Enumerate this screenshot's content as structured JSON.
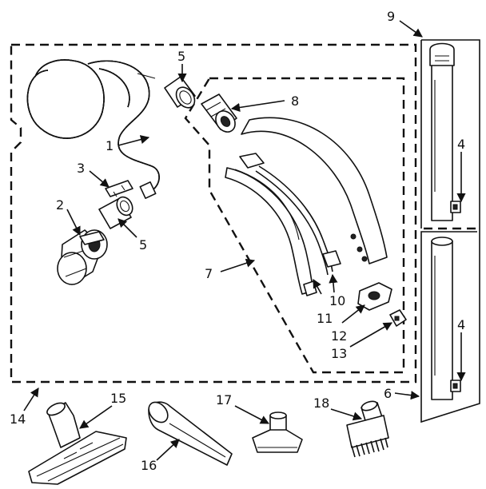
{
  "diagram": {
    "labels": {
      "l1": "1",
      "l2": "2",
      "l3": "3",
      "l4a": "4",
      "l4b": "4",
      "l5a": "5",
      "l5b": "5",
      "l6": "6",
      "l7": "7",
      "l8": "8",
      "l9": "9",
      "l10": "10",
      "l11": "11",
      "l12": "12",
      "l13": "13",
      "l14": "14",
      "l15": "15",
      "l16": "16",
      "l17": "17",
      "l18": "18"
    }
  }
}
